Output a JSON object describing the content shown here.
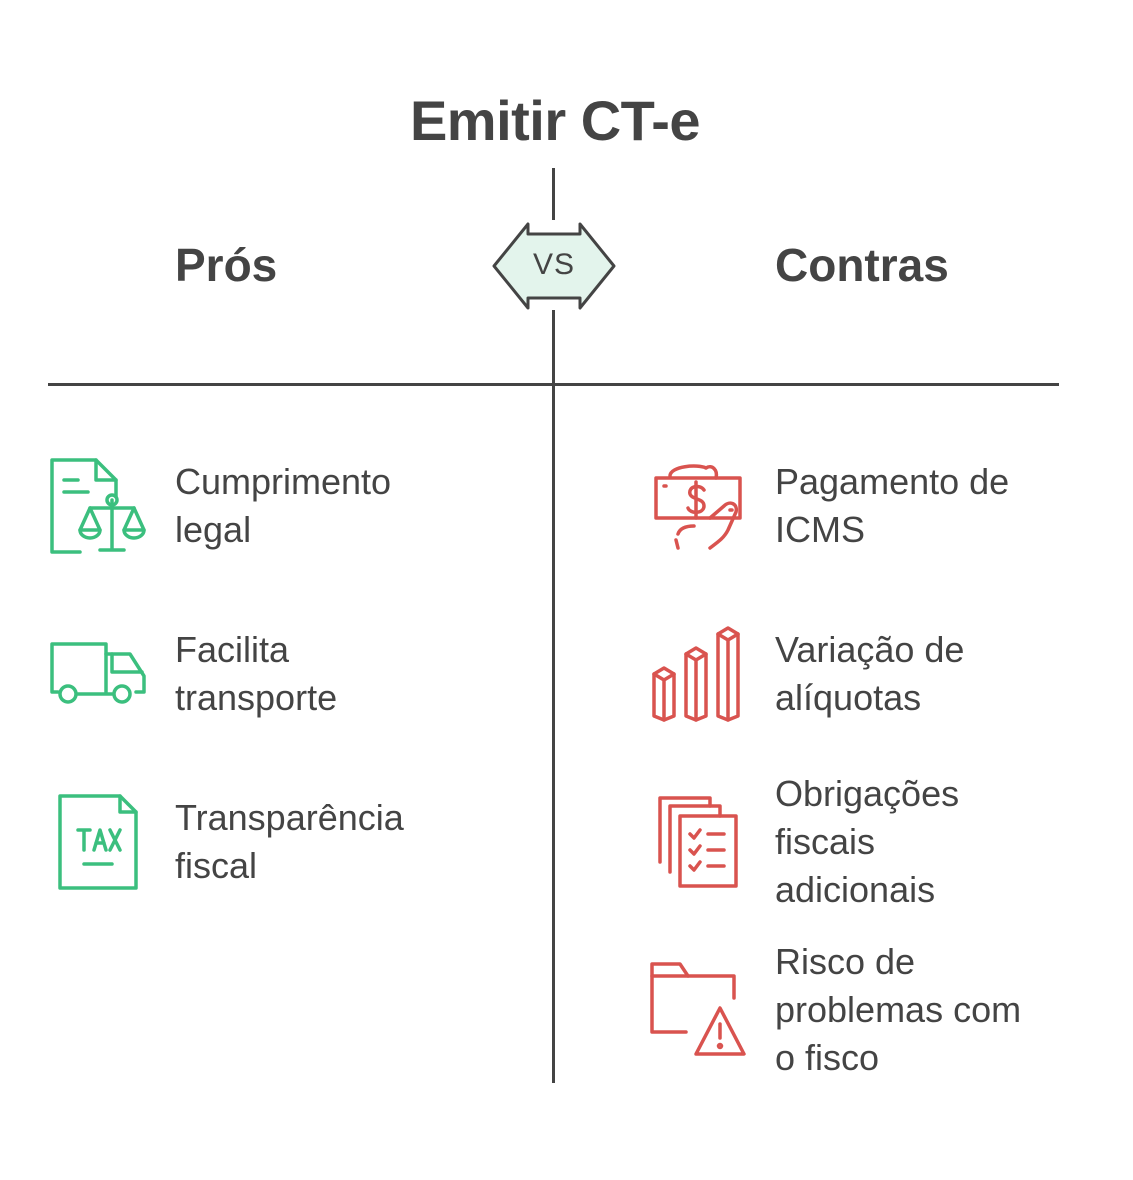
{
  "title": "Emitir CT-e",
  "vs_label": "VS",
  "pros": {
    "heading": "Prós",
    "color": "#3bbf7e",
    "items": [
      {
        "icon": "scale-document-icon",
        "line1": "Cumprimento",
        "line2": "legal"
      },
      {
        "icon": "truck-icon",
        "line1": "Facilita",
        "line2": "transporte"
      },
      {
        "icon": "tax-document-icon",
        "line1": "Transparência",
        "line2": "fiscal"
      }
    ]
  },
  "cons": {
    "heading": "Contras",
    "color": "#d9534f",
    "items": [
      {
        "icon": "hand-money-icon",
        "line1": "Pagamento de",
        "line2": "ICMS"
      },
      {
        "icon": "bar-chart-icon",
        "line1": "Variação de",
        "line2": "alíquotas"
      },
      {
        "icon": "checklist-documents-icon",
        "line1": "Obrigações",
        "line2": "fiscais",
        "line3": "adicionais"
      },
      {
        "icon": "folder-warning-icon",
        "line1": "Risco de",
        "line2": "problemas com",
        "line3": "o fisco"
      }
    ]
  }
}
